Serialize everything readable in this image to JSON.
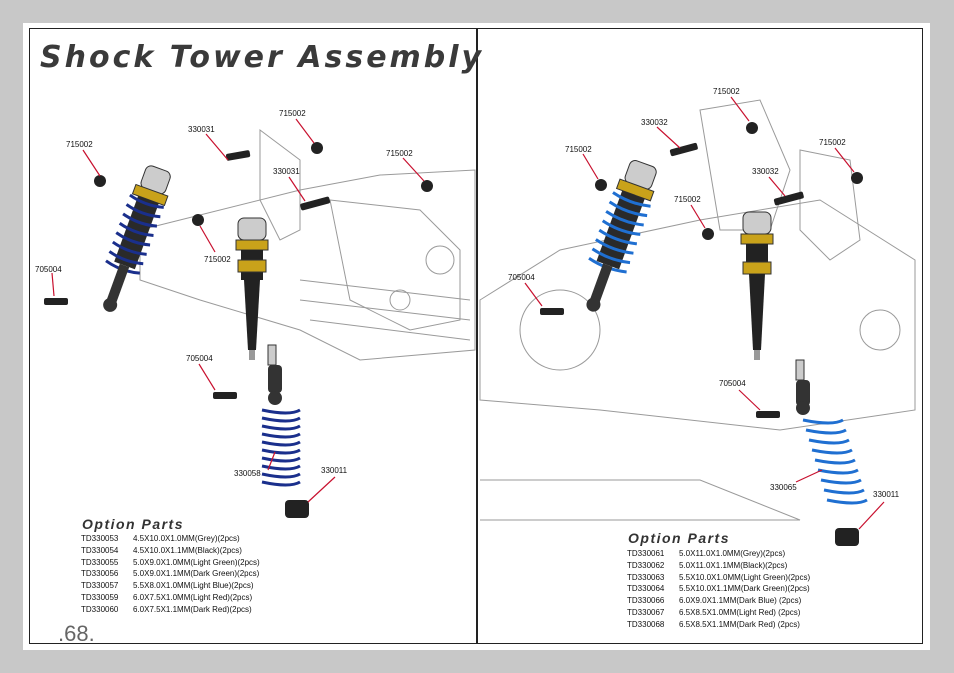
{
  "page": {
    "title": "Shock Tower Assembly",
    "page_number": ".68."
  },
  "left": {
    "labels": {
      "a": "715002",
      "b": "330031",
      "c": "715002",
      "d": "715002",
      "e": "330031",
      "f": "715002",
      "g": "705004",
      "h": "705004",
      "i": "330058",
      "j": "330011"
    },
    "options_title": "Option Parts",
    "options": [
      {
        "code": "TD330053",
        "desc": "4.5X10.0X1.0MM(Grey)(2pcs)"
      },
      {
        "code": "TD330054",
        "desc": "4.5X10.0X1.1MM(Black)(2pcs)"
      },
      {
        "code": "TD330055",
        "desc": "5.0X9.0X1.0MM(Light Green)(2pcs)"
      },
      {
        "code": "TD330056",
        "desc": "5.0X9.0X1.1MM(Dark Green)(2pcs)"
      },
      {
        "code": "TD330057",
        "desc": "5.5X8.0X1.0MM(Light Blue)(2pcs)"
      },
      {
        "code": "TD330059",
        "desc": "6.0X7.5X1.0MM(Light Red)(2pcs)"
      },
      {
        "code": "TD330060",
        "desc": "6.0X7.5X1.1MM(Dark Red)(2pcs)"
      }
    ]
  },
  "right": {
    "labels": {
      "a": "715002",
      "b": "330032",
      "c": "715002",
      "d": "715002",
      "e": "330032",
      "f": "715002",
      "g": "705004",
      "h": "705004",
      "i": "330065",
      "j": "330011"
    },
    "options_title": "Option Parts",
    "options": [
      {
        "code": "TD330061",
        "desc": "5.0X11.0X1.0MM(Grey)(2pcs)"
      },
      {
        "code": "TD330062",
        "desc": "5.0X11.0X1.1MM(Black)(2pcs)"
      },
      {
        "code": "TD330063",
        "desc": "5.5X10.0X1.0MM(Light Green)(2pcs)"
      },
      {
        "code": "TD330064",
        "desc": "5.5X10.0X1.1MM(Dark Green)(2pcs)"
      },
      {
        "code": "TD330066",
        "desc": "6.0X9.0X1.1MM(Dark Blue) (2pcs)"
      },
      {
        "code": "TD330067",
        "desc": "6.5X8.5X1.0MM(Light Red) (2pcs)"
      },
      {
        "code": "TD330068",
        "desc": "6.5X8.5X1.1MM(Dark Red) (2pcs)"
      }
    ]
  },
  "colors": {
    "leader": "#c8102e",
    "spring_left": "#1a2f8c",
    "spring_right": "#1f6fd1",
    "gold": "#c9a21a",
    "body": "#222222"
  }
}
